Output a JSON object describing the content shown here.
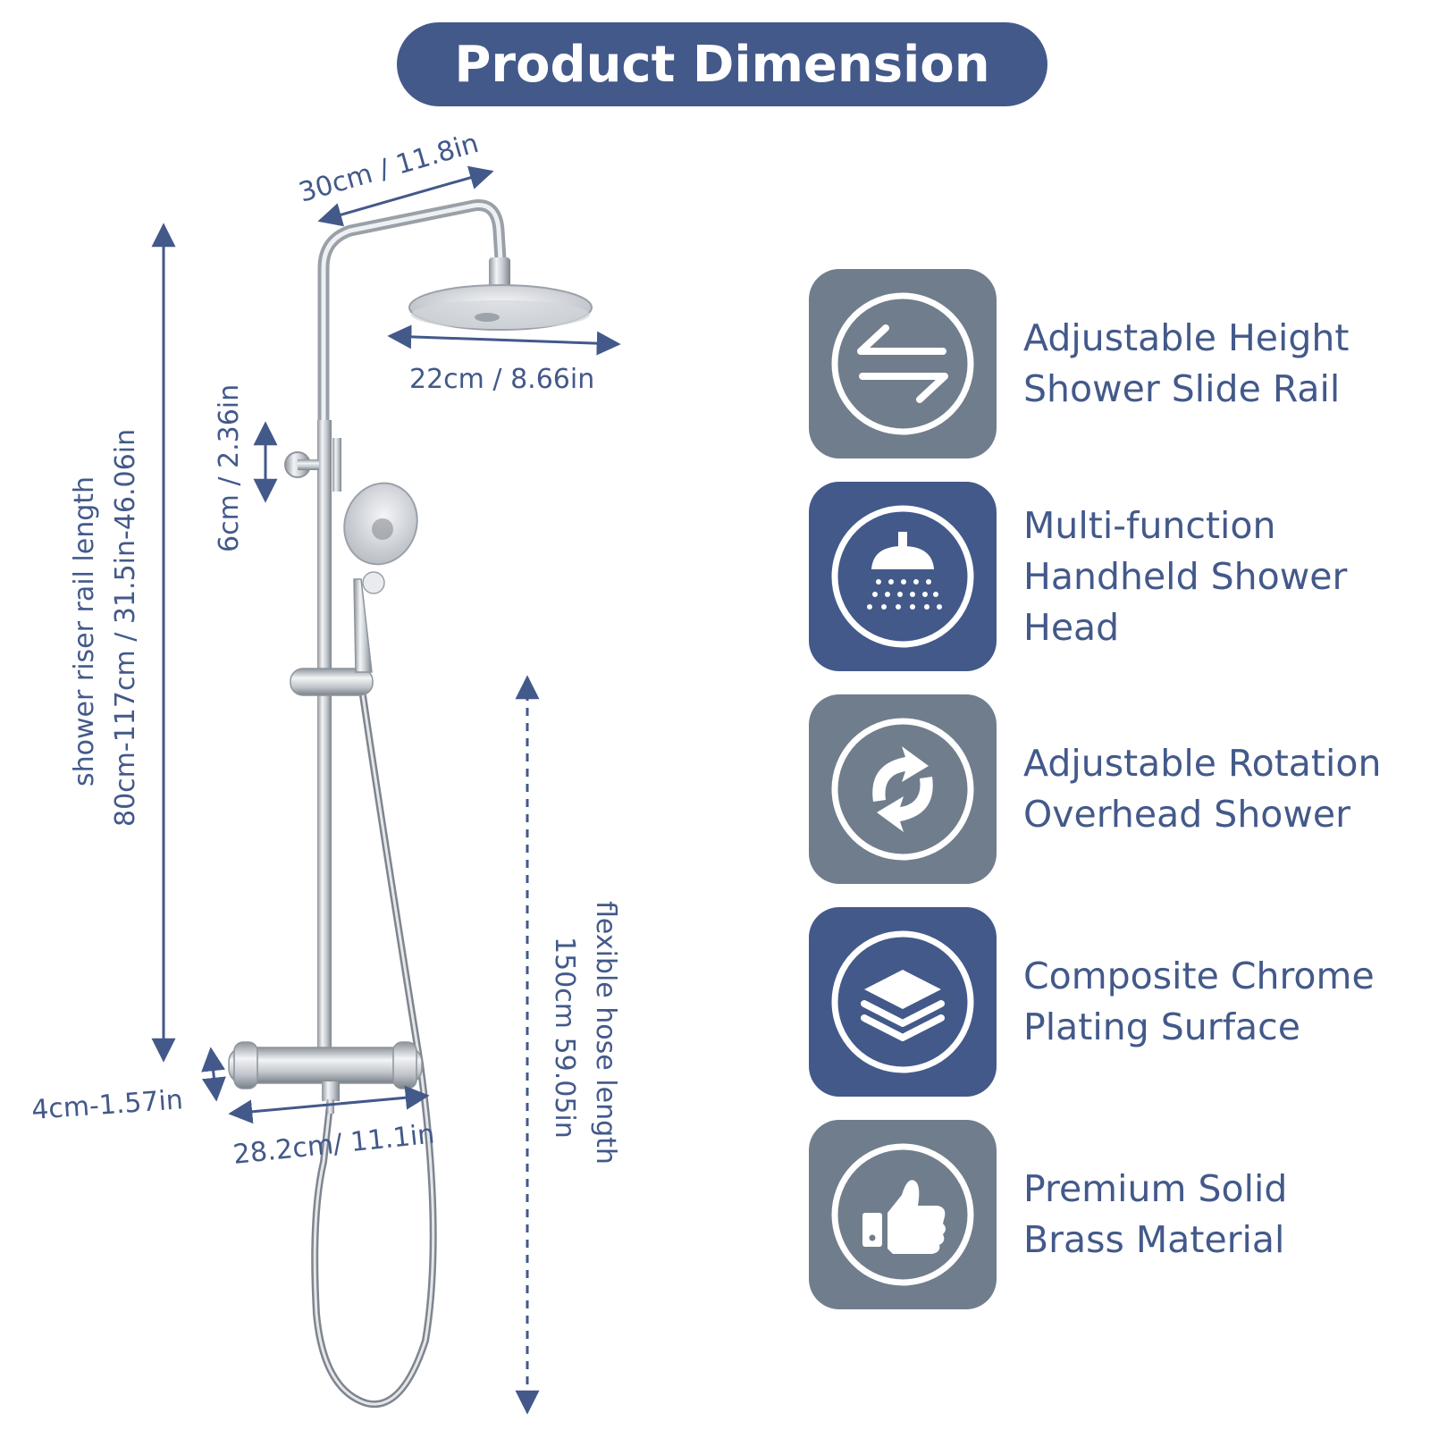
{
  "title": "Product Dimension",
  "colors": {
    "accent": "#43598a",
    "tile_gray": "#707d8d",
    "chrome": "#c9cdd3"
  },
  "dimensions": {
    "top_arm": "30cm / 11.8in",
    "shower_head": "22cm / 8.66in",
    "holder": "6cm / 2.36in",
    "riser_label": "shower riser rail length",
    "riser_value": "80cm-117cm / 31.5in-46.06in",
    "valve_height": "4cm-1.57in",
    "valve_width": "28.2cm/ 11.1in",
    "hose_label": "flexible hose length",
    "hose_value": "150cm 59.05in"
  },
  "features": [
    {
      "icon": "swap-arrows-icon",
      "tile": "gray",
      "lines": [
        "Adjustable Height",
        "Shower Slide Rail"
      ]
    },
    {
      "icon": "shower-head-icon",
      "tile": "navy",
      "lines": [
        "Multi-function",
        "Handheld Shower",
        "Head"
      ]
    },
    {
      "icon": "rotate-icon",
      "tile": "gray",
      "lines": [
        "Adjustable Rotation",
        "Overhead Shower"
      ]
    },
    {
      "icon": "layers-icon",
      "tile": "navy",
      "lines": [
        "Composite Chrome",
        "Plating Surface"
      ]
    },
    {
      "icon": "thumbs-up-icon",
      "tile": "gray",
      "lines": [
        "Premium Solid",
        "Brass Material"
      ]
    }
  ]
}
